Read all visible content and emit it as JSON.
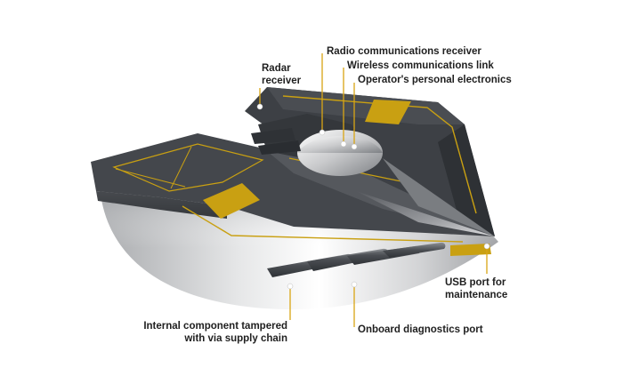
{
  "labels": {
    "radar": [
      "Radar",
      "receiver"
    ],
    "radio": "Radio communications receiver",
    "wireless": "Wireless communications link",
    "operator": "Operator's personal electronics",
    "usb": [
      "USB port for",
      "maintenance"
    ],
    "internal": [
      "Internal component tampered",
      "with via supply chain"
    ],
    "diagnostics": "Onboard diagnostics port"
  },
  "colors": {
    "leader_line": "#d9a514",
    "accent_panel": "#c9a012",
    "hull_dark": "#3c3f44",
    "hull_mid": "#6b6e73",
    "hull_light": "#f4f4f4",
    "text": "#1f1f1f"
  }
}
